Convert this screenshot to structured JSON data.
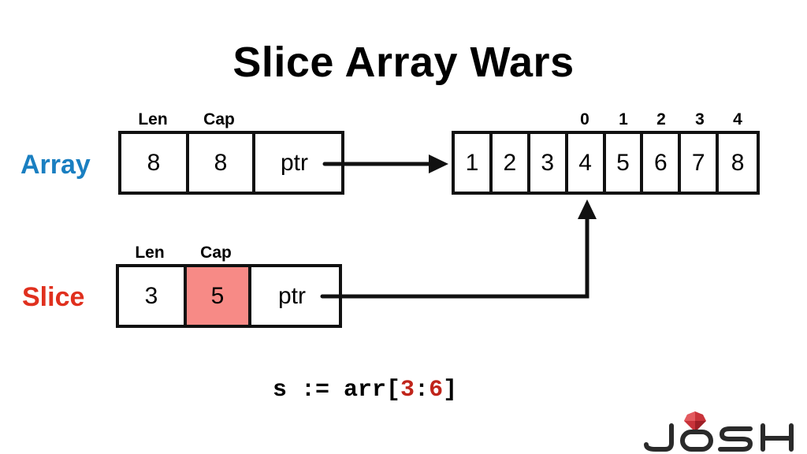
{
  "title": "Slice Array Wars",
  "colors": {
    "array_label": "#1a7fc1",
    "slice_label": "#e0301e",
    "cap_highlight": "#f78a86",
    "code_highlight": "#c0251b",
    "logo_gem": "#c8333a"
  },
  "array": {
    "label": "Array",
    "len_header": "Len",
    "cap_header": "Cap",
    "len": "8",
    "cap": "8",
    "ptr": "ptr"
  },
  "slice": {
    "label": "Slice",
    "len_header": "Len",
    "cap_header": "Cap",
    "len": "3",
    "cap": "5",
    "ptr": "ptr"
  },
  "backing_array": {
    "values": [
      "1",
      "2",
      "3",
      "4",
      "5",
      "6",
      "7",
      "8"
    ],
    "indices": [
      "0",
      "1",
      "2",
      "3",
      "4"
    ]
  },
  "code": {
    "prefix": "s := arr[",
    "low": "3",
    "sep": ":",
    "high": "6",
    "suffix": "]"
  },
  "logo": {
    "text": "JOSH"
  }
}
